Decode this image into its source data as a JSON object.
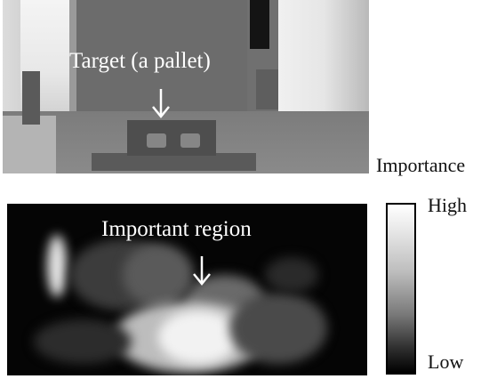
{
  "top_image": {
    "annotation": "Target (a pallet)"
  },
  "bottom_image": {
    "annotation": "Important region"
  },
  "colorbar": {
    "title": "Importance",
    "high_label": "High",
    "low_label": "Low"
  },
  "icons": {
    "target_arrow": "down-arrow-icon",
    "region_arrow": "down-arrow-icon"
  }
}
